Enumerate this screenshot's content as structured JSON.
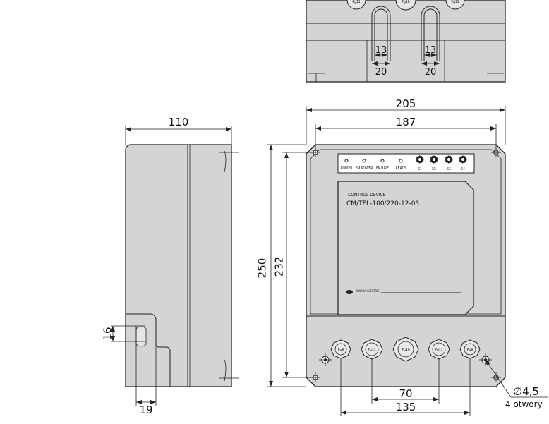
{
  "top_view": {
    "slot_inner_left": "13",
    "slot_inner_right": "13",
    "slot_outer_left": "20",
    "slot_outer_right": "20",
    "gland_labels": [
      "Pg11",
      "Pg16",
      "Pg11"
    ]
  },
  "side_view": {
    "width": "110",
    "cutout_height": "16",
    "cutout_width": "19"
  },
  "front_view": {
    "overall_width": "205",
    "hole_spacing_width": "187",
    "overall_height": "250",
    "hole_spacing_height": "232",
    "bottom_spacing_inner": "70",
    "bottom_spacing_outer": "135",
    "hole_diameter": "∅4,5",
    "hole_count": "4 otwory",
    "indicators": [
      "POWER",
      "EM.POWER",
      "FAILURE",
      "READY"
    ],
    "switches": [
      "S1",
      "S2",
      "S3",
      "S4"
    ],
    "device_title": "CONTROL DEVICE",
    "device_model": "CM/TEL-100/220-12-03",
    "brand": "TAWADA ELECTRIC",
    "glands": [
      "Pg9",
      "Pg11",
      "Pg16",
      "Pg11",
      "Pg9"
    ]
  }
}
